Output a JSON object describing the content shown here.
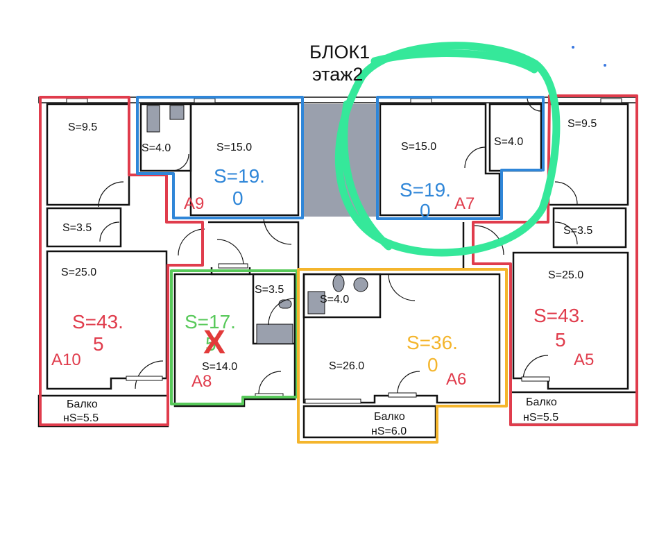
{
  "header": {
    "block": "БЛОК1",
    "floor": "этаж2"
  },
  "colors": {
    "red": "#e03c4c",
    "blue": "#2f86d8",
    "green": "#58c95a",
    "yellow": "#f4b52c",
    "marker": "#35e89a",
    "stair": "#9aa0ad"
  },
  "apartments": {
    "a10": {
      "id": "A10",
      "total_l1": "S=43.",
      "total_l2": "5",
      "rooms": [
        "S=9.5",
        "S=3.5",
        "S=25.0"
      ],
      "balcony_l1": "Балко",
      "balcony_l2": "нS=5.5"
    },
    "a9": {
      "id": "A9",
      "total_l1": "S=19.",
      "total_l2": "0",
      "rooms": [
        "S=4.0",
        "S=15.0"
      ]
    },
    "a7": {
      "id": "A7",
      "total_l1": "S=19.",
      "total_l2": "0",
      "rooms": [
        "S=15.0",
        "S=4.0"
      ]
    },
    "a8": {
      "id": "A8",
      "total_l1": "S=17.",
      "total_l2": "5",
      "rooms": [
        "S=3.5",
        "S=14.0"
      ],
      "mark": "X"
    },
    "a6": {
      "id": "A6",
      "total_l1": "S=36.",
      "total_l2": "0",
      "rooms": [
        "S=4.0",
        "S=26.0"
      ],
      "balcony_l1": "Балко",
      "balcony_l2": "нS=6.0"
    },
    "a5": {
      "id": "A5",
      "total_l1": "S=43.",
      "total_l2": "5",
      "rooms": [
        "S=9.5",
        "S=3.5",
        "S=25.0"
      ],
      "balcony_l1": "Балко",
      "balcony_l2": "нS=5.5"
    }
  }
}
